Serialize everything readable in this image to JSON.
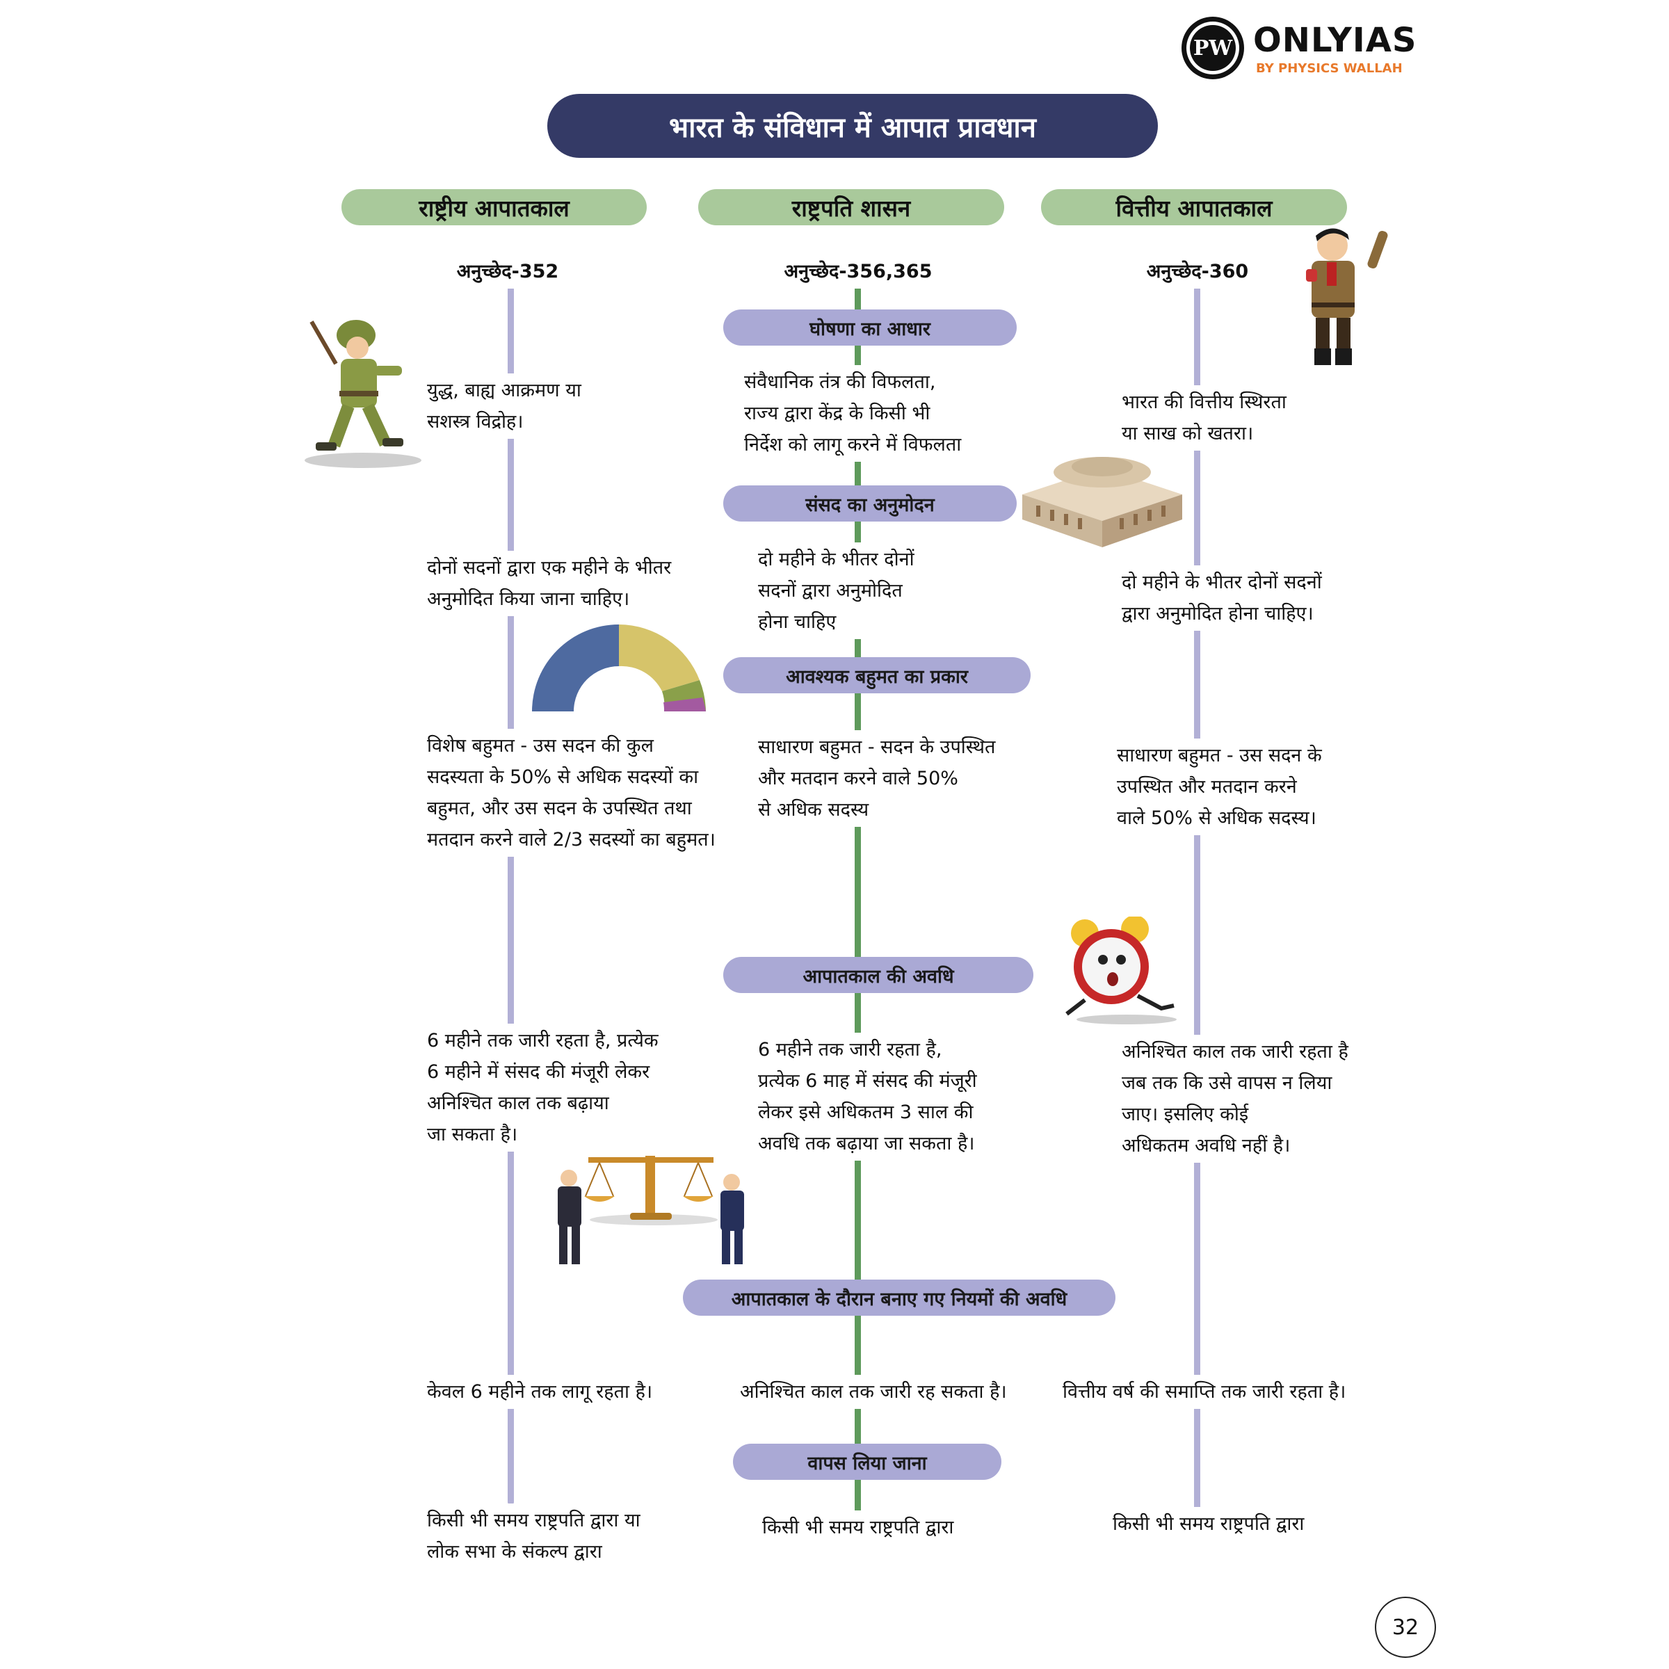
{
  "logo": {
    "mark": "PW",
    "brand": "ONLYIAS",
    "sub": "BY PHYSICS WALLAH"
  },
  "title": "भारत के संविधान में आपात प्रावधान",
  "columns": {
    "national": {
      "heading": "राष्ट्रीय आपातकाल",
      "article": "अनुच्छेद-352",
      "basis": "युद्ध, बाह्य आक्रमण या\nसशस्त्र विद्रोह।",
      "approval": "दोनों सदनों द्वारा एक महीने के भीतर\nअनुमोदित किया जाना चाहिए।",
      "majority": "विशेष बहुमत - उस सदन की कुल\nसदस्यता के 50% से अधिक सदस्यों का\nबहुमत, और उस सदन के उपस्थित तथा\nमतदान करने वाले 2/3 सदस्यों का बहुमत।",
      "duration": "6 महीने तक जारी रहता है, प्रत्येक\n6 महीने में संसद की मंजूरी लेकर\nअनिश्चित काल तक बढ़ाया\nजा सकता है।",
      "laws": "केवल 6 महीने तक लागू रहता है।",
      "revocation": "किसी भी समय राष्ट्रपति द्वारा या\nलोक सभा के संकल्प द्वारा"
    },
    "president": {
      "heading": "राष्ट्रपति शासन",
      "article": "अनुच्छेद-356,365",
      "basis": "संवैधानिक तंत्र की विफलता,\nराज्य द्वारा केंद्र के किसी भी\nनिर्देश को लागू करने में विफलता",
      "approval": "दो महीने के भीतर दोनों\nसदनों द्वारा अनुमोदित\nहोना चाहिए",
      "majority": "साधारण बहुमत - सदन के उपस्थित\nऔर मतदान करने वाले 50%\nसे अधिक सदस्य",
      "duration": "6 महीने तक जारी रहता है,\nप्रत्येक 6 माह में संसद की मंजूरी\nलेकर इसे अधिकतम 3 साल की\nअवधि तक बढ़ाया जा सकता है।",
      "laws": "अनिश्चित काल तक जारी रह सकता है।",
      "revocation": "किसी भी समय राष्ट्रपति द्वारा"
    },
    "financial": {
      "heading": "वित्तीय आपातकाल",
      "article": "अनुच्छेद-360",
      "basis": "भारत की वित्तीय स्थिरता\nया साख को खतरा।",
      "approval": "दो महीने के भीतर दोनों सदनों\nद्वारा अनुमोदित होना चाहिए।",
      "majority": "साधारण बहुमत - उस सदन के\nउपस्थित और मतदान करने\nवाले 50% से अधिक सदस्य।",
      "duration": "अनिश्चित काल तक जारी रहता है\nजब तक कि उसे वापस न लिया\nजाए। इसलिए कोई\nअधिकतम अवधि नहीं है।",
      "laws": "वित्तीय वर्ष की समाप्ति तक जारी रहता है।",
      "revocation": "किसी भी समय राष्ट्रपति द्वारा"
    }
  },
  "sections": {
    "basis": "घोषणा का आधार",
    "approval": "संसद का अनुमोदन",
    "majority": "आवश्यक बहुमत का प्रकार",
    "duration": "आपातकाल की अवधि",
    "laws": "आपातकाल के दौरान बनाए गए नियमों की अवधि",
    "revocation": "वापस लिया जाना"
  },
  "page_number": "32",
  "colors": {
    "title_bg": "#343a66",
    "column_heading_bg": "#a9c99b",
    "section_pill_bg": "#aaa9d5",
    "side_line": "#b2b0d6",
    "center_line": "#5e9a5b"
  }
}
